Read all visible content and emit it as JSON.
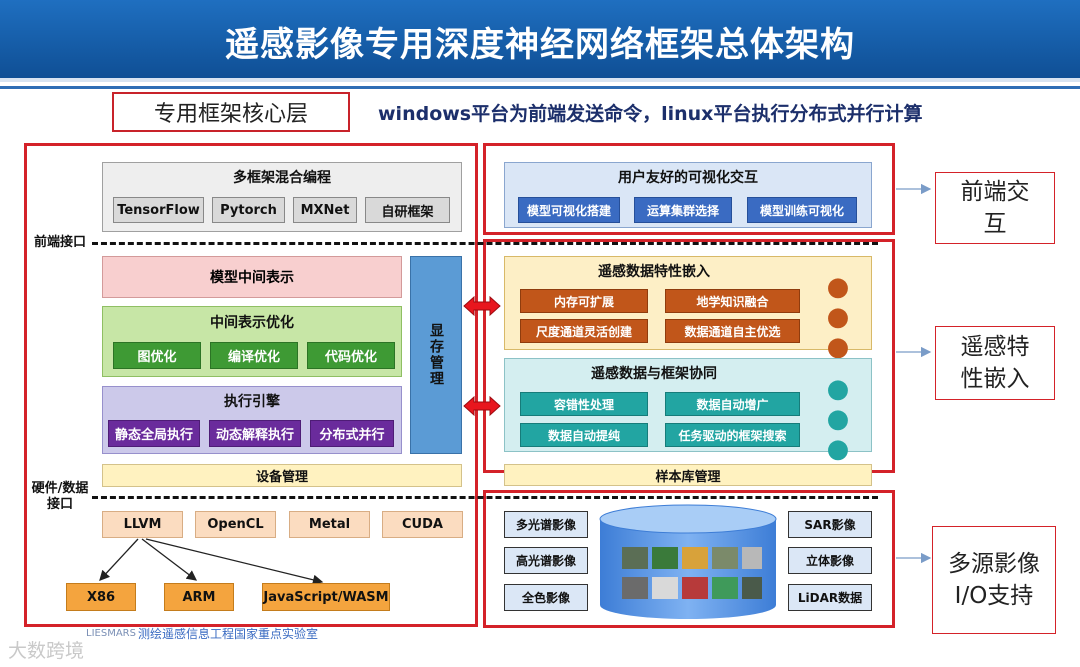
{
  "title": "遥感影像专用深度神经网络框架总体架构",
  "core_layer_label": "专用框架核心层",
  "subtitle": "windows平台为前端发送命令，linux平台执行分布式并行计算",
  "left_side": {
    "frontend_interface": "前端接口",
    "hardware_interface_line1": "硬件/数据",
    "hardware_interface_line2": "接口",
    "mixed_programming": {
      "title": "多框架混合编程",
      "items": [
        "TensorFlow",
        "Pytorch",
        "MXNet",
        "自研框架"
      ]
    },
    "model_ir": "模型中间表示",
    "ir_optimization": {
      "title": "中间表示优化",
      "items": [
        "图优化",
        "编译优化",
        "代码优化"
      ]
    },
    "execution_engine": {
      "title": "执行引擎",
      "items": [
        "静态全局执行",
        "动态解释执行",
        "分布式并行"
      ]
    },
    "memory_management": "显存管理",
    "device_management": "设备管理",
    "backends": [
      "LLVM",
      "OpenCL",
      "Metal",
      "CUDA"
    ],
    "targets": [
      "X86",
      "ARM",
      "JavaScript/WASM"
    ]
  },
  "right_side": {
    "visual_interaction": {
      "title": "用户友好的可视化交互",
      "items": [
        "模型可视化搭建",
        "运算集群选择",
        "模型训练可视化"
      ]
    },
    "rs_feature_embedding": {
      "title": "遥感数据特性嵌入",
      "items": [
        "内存可扩展",
        "地学知识融合",
        "尺度通道灵活创建",
        "数据通道自主优选"
      ],
      "more": "● ● ●"
    },
    "rs_framework_collab": {
      "title": "遥感数据与框架协同",
      "items": [
        "容错性处理",
        "数据自动增广",
        "数据自动提纯",
        "任务驱动的框架搜索"
      ],
      "more": "● ● ●"
    },
    "sample_library": "样本库管理",
    "data_sources_left": [
      "多光谱影像",
      "高光谱影像",
      "全色影像"
    ],
    "data_sources_right": [
      "SAR影像",
      "立体影像",
      "LiDAR数据"
    ]
  },
  "right_labels": {
    "frontend_interaction": "前端交互",
    "rs_feature": "遥感特性嵌入",
    "multi_source_io": "多源影像I/O支持"
  },
  "footer_text": "测绘遥感信息工程国家重点实验室",
  "logo_text": "LIESMARS",
  "watermark": "大数跨境",
  "colors": {
    "title_bar": "#1f6fc0",
    "frame_red": "#d42229",
    "subtitle_text": "#1c2f6b",
    "arrow_red": "#e8161e"
  },
  "icons": {
    "bidirectional_arrow": "red-double-arrow",
    "connector_arrow": "blue-right-arrow",
    "database": "cylinder-database"
  }
}
